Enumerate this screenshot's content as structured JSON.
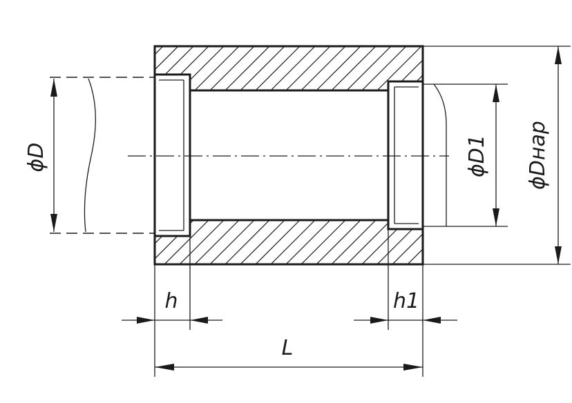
{
  "labels": {
    "inner_diameter": "ϕD",
    "inner_diameter_right": "ϕD1",
    "outer_diameter": "ϕDнар",
    "left_depth": "h",
    "right_depth": "h1",
    "length": "L"
  },
  "colors": {
    "line": "#1a1a1a",
    "background": "#ffffff"
  }
}
